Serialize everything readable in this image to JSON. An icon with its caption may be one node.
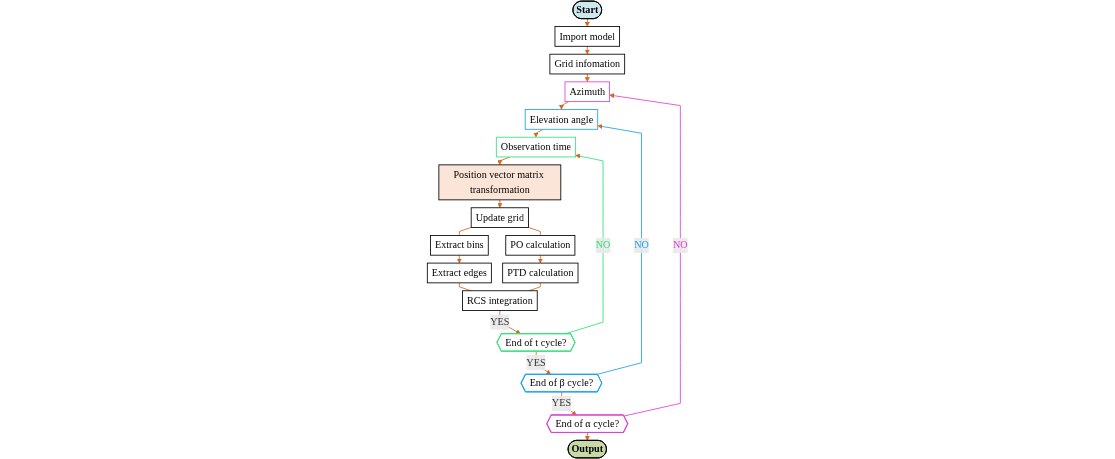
{
  "diagram": {
    "nodes": [
      {
        "text": [
          "Start"
        ]
      },
      {
        "text": [
          "Import model"
        ]
      },
      {
        "text": [
          "Grid infomation"
        ]
      },
      {
        "text": [
          "Azimuth"
        ]
      },
      {
        "text": [
          "Elevation angle"
        ]
      },
      {
        "text": [
          "Observation time"
        ]
      },
      {
        "text": [
          "Position vector matrix transformation"
        ]
      },
      {
        "text": [
          "Update grid"
        ]
      },
      {
        "text": [
          "Extract bins"
        ]
      },
      {
        "text": [
          "PO calculation"
        ]
      },
      {
        "text": [
          "Extract edges"
        ]
      },
      {
        "text": [
          "PTD calculation"
        ]
      },
      {
        "text": [
          "RCS integration"
        ]
      },
      {
        "text": [
          "End of t cycle?"
        ]
      },
      {
        "text": [
          "End of β cycle?"
        ]
      },
      {
        "text": [
          "End of α cycle?"
        ]
      },
      {
        "text": [
          "Output"
        ]
      }
    ],
    "edges": [
      {
        "from": 0,
        "to": 1,
        "arrow": "to"
      },
      {
        "from": 1,
        "to": 2,
        "arrow": "to"
      },
      {
        "from": 2,
        "to": 3,
        "arrow": "to"
      },
      {
        "from": 3,
        "to": 4,
        "arrow": "to"
      },
      {
        "from": 4,
        "to": 5,
        "arrow": "to"
      },
      {
        "from": 5,
        "to": 6,
        "arrow": "to"
      },
      {
        "from": 6,
        "to": 7,
        "arrow": "to"
      },
      {
        "from": 7,
        "to": 8,
        "arrow": "none"
      },
      {
        "from": 7,
        "to": 9,
        "arrow": "none"
      },
      {
        "from": 8,
        "to": 10,
        "arrow": "to"
      },
      {
        "from": 9,
        "to": 11,
        "arrow": "to"
      },
      {
        "from": 10,
        "to": 12,
        "arrow": "none"
      },
      {
        "from": 11,
        "to": 12,
        "arrow": "none"
      },
      {
        "from": 12,
        "to": 13,
        "arrow": "to",
        "label": "YES"
      },
      {
        "from": 13,
        "to": 14,
        "arrow": "to",
        "label": "YES"
      },
      {
        "from": 14,
        "to": 15,
        "arrow": "to",
        "label": "YES"
      },
      {
        "from": 15,
        "to": 16,
        "arrow": "to"
      },
      {
        "from": 13,
        "to": 5,
        "arrow": "to",
        "label": "NO",
        "color": "#33e07a"
      },
      {
        "from": 14,
        "to": 4,
        "arrow": "to",
        "label": "NO",
        "color": "#1aa3e8"
      },
      {
        "from": 15,
        "to": 3,
        "arrow": "to",
        "label": "NO",
        "color": "#e040d0"
      }
    ]
  }
}
